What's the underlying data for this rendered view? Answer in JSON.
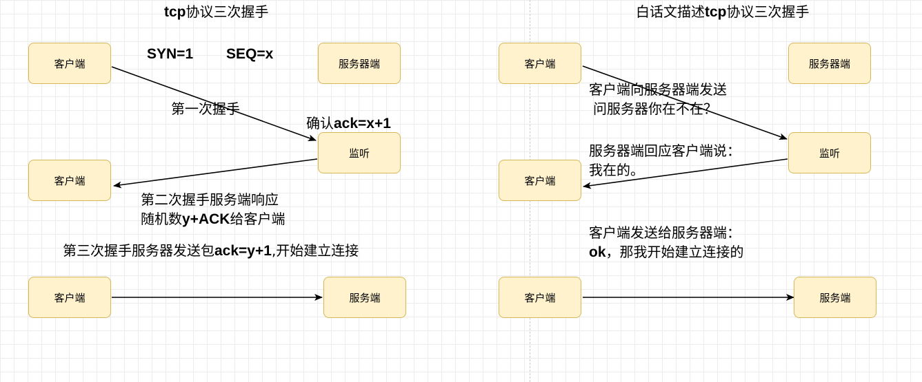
{
  "left": {
    "title_bold": "tcp",
    "title_rest": "协议三次握手",
    "client": "客户端",
    "server": "服务器端",
    "listen": "监听",
    "server_short": "服务端",
    "syn": "SYN=1",
    "seq": "SEQ=x",
    "first": "第一次握手",
    "ack_prefix": "确认",
    "ack_bold": "ack=x+1",
    "second_line1": "第二次握手服务端响应",
    "second_line2_pre": "随机数",
    "second_line2_bold": "y+ACK",
    "second_line2_post": "给客户端",
    "third_pre": "第三次握手服务器发送包",
    "third_bold": "ack=y+1",
    "third_post": ",开始建立连接"
  },
  "right": {
    "title_pre": "白话文描述",
    "title_bold": "tcp",
    "title_post": "协议三次握手",
    "client": "客户端",
    "server": "服务器端",
    "listen": "监听",
    "server_short": "服务端",
    "msg1_line1": "客户端向服务器端发送",
    "msg1_line2": "问服务器你在不在？",
    "msg2_line1": "服务器端回应客户端说：",
    "msg2_line2": "我在的。",
    "msg3_line1": "客户端发送给服务器端：",
    "msg3_bold": "ok",
    "msg3_rest": "，那我开始建立连接的"
  },
  "colors": {
    "box_fill": "#fff2cc",
    "box_border": "#d6b656",
    "grid": "#ececec"
  }
}
